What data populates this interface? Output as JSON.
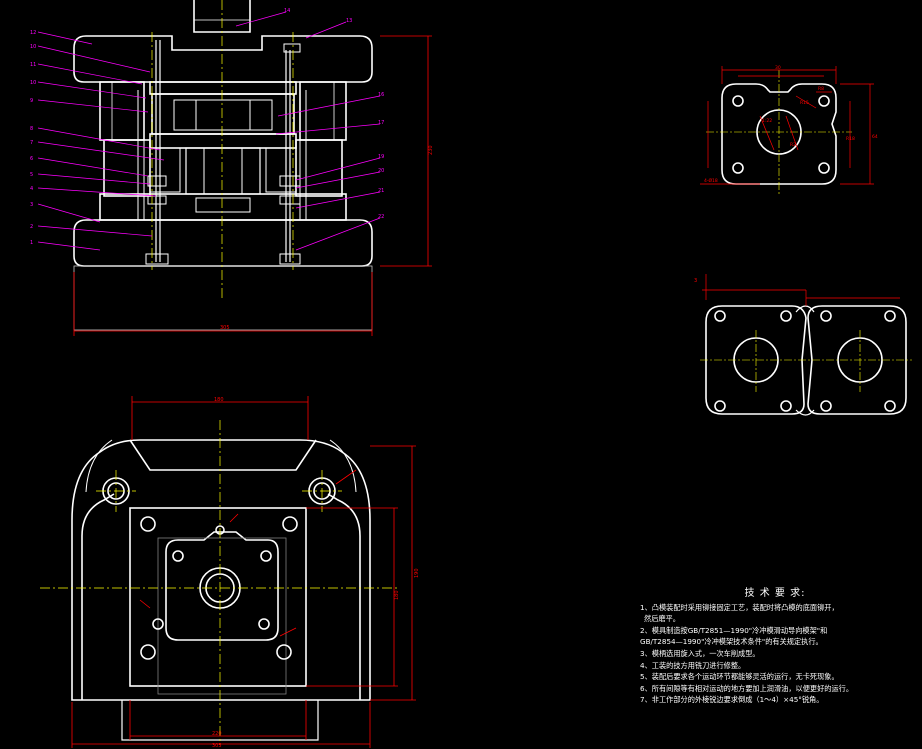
{
  "colors": {
    "background": "#000000",
    "outline": "#ffffff",
    "centerline": "#ffff00",
    "dimension": "#ff0000",
    "leader": "#ff00ff",
    "hidden": "#808080"
  },
  "section_view": {
    "part_labels_left": [
      "12",
      "10",
      "11",
      "10",
      "9",
      "8",
      "7",
      "6",
      "5",
      "4",
      "3",
      "2",
      "1"
    ],
    "part_labels_right": [
      "14",
      "13",
      "16",
      "17",
      "19",
      "20",
      "21",
      "22"
    ],
    "dim_height": "230",
    "dim_width": "305"
  },
  "plan_view": {
    "dim_top": "180",
    "dim_right": "190",
    "dim_bottom_inner": "220",
    "dim_bottom_outer": "305",
    "dim_left": "180"
  },
  "blank_view": {
    "dim_labels": [
      "R8",
      "30",
      "1:22",
      "R2",
      "R15",
      "4-Ø18",
      "R18",
      "64"
    ]
  },
  "strip_view": {
    "dim_label": "3"
  },
  "tech_requirements": {
    "title": "技 术 要 求:",
    "items": [
      "1、凸模装配时采用铆接固定工艺，装配时将凸模的底面铆开，",
      "然后磨平。",
      "2、模具制造按GB/T2851—1990\"冷冲模滑动导向模架\"和",
      "GB/T2854—1990\"冷冲模架技术条件\"的有关规定执行。",
      "3、模柄选用旋入式，一次车削成型。",
      "4、工装的技方用铣刀进行修整。",
      "5、装配后要求各个运动环节都能够灵活的运行，无卡死现象。",
      "6、所有间隙等有相对运动的地方要加上润滑油，以便更好的运行。",
      "7、非工作部分的外棱锐边要求倒成（1～4）×45°锐角。"
    ]
  }
}
